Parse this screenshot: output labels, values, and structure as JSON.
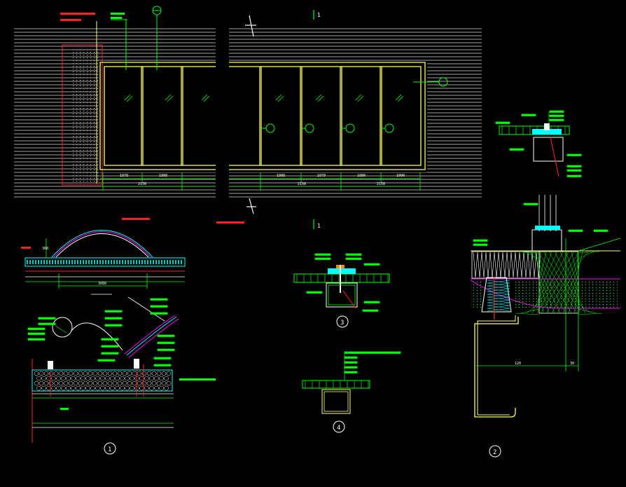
{
  "section_marks": {
    "top": "1",
    "bottom": "1"
  },
  "plan_dimensions": {
    "left_bays": [
      "1070",
      "1080"
    ],
    "left_total": "2150",
    "right_bays": [
      "1080",
      "1070",
      "1080",
      "1090"
    ],
    "right_totals": [
      "2150",
      "2150"
    ]
  },
  "arch_detail": {
    "span": "3080",
    "height": "360"
  },
  "detail_numbers": {
    "d1": "1",
    "d2": "2",
    "d3": "3",
    "d4": "4"
  },
  "channel_dims": {
    "width": "120",
    "depth": "30"
  },
  "colors": {
    "background": "#000000",
    "frame": "#ffff66",
    "green": "#00ff00",
    "cyan": "#00ffff",
    "red": "#ff2020",
    "magenta": "#ff00ff",
    "white": "#ffffff",
    "orange": "#ff8800",
    "hatch": "#e0e0e0"
  }
}
